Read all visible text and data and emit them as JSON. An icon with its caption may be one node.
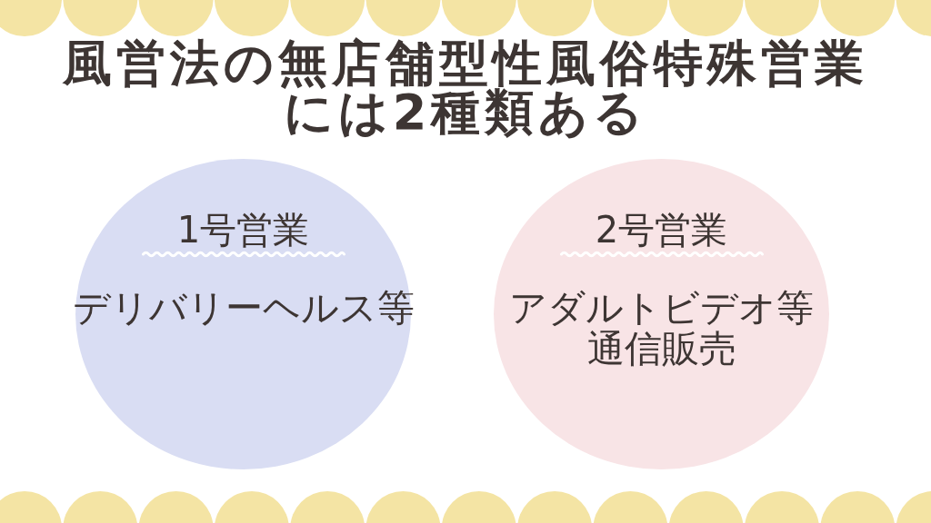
{
  "diagram": {
    "title": "風営法の無店舗型性風俗特殊営業には2種類ある",
    "nodes": [
      {
        "text": [
          "1号営業",
          "デリバリーヘルス等"
        ]
      },
      {
        "text": [
          "2号営業",
          "アダルトビデオ等通信販売"
        ]
      }
    ]
  }
}
